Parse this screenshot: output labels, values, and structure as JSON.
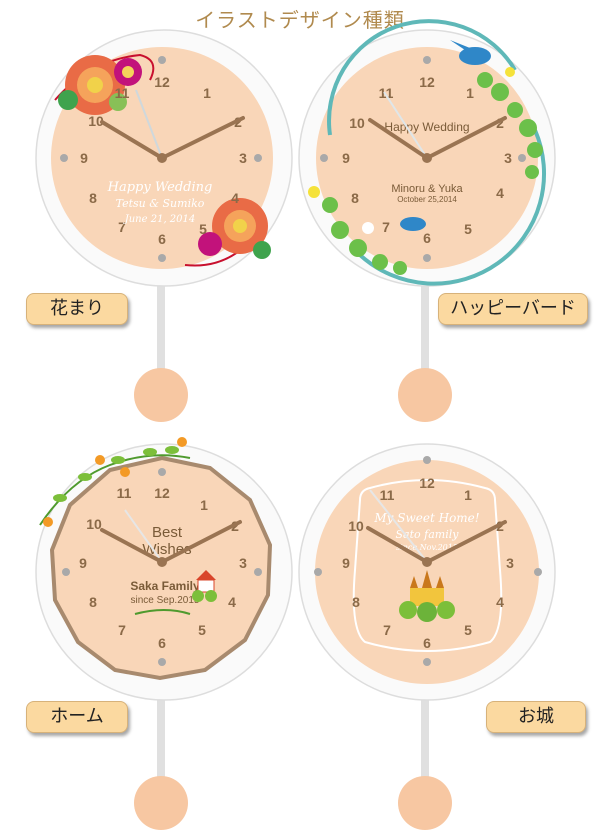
{
  "title": "イラストデザイン種類",
  "designs": [
    {
      "label": "花まり",
      "texts": [
        "Happy Wedding",
        "Tetsu & Sumiko",
        "June 21, 2014"
      ]
    },
    {
      "label": "ハッピーバード",
      "texts": [
        "Happy Wedding",
        "Minoru & Yuka",
        "October 25,2014"
      ]
    },
    {
      "label": "ホーム",
      "texts": [
        "Best",
        "Wishes",
        "Saka Family",
        "since Sep.2015"
      ]
    },
    {
      "label": "お城",
      "texts": [
        "My Sweet Home!",
        "Sato family",
        "since Nov.2015"
      ]
    }
  ],
  "numerals": [
    "12",
    "1",
    "2",
    "3",
    "4",
    "5",
    "6",
    "7",
    "8",
    "9",
    "10",
    "11"
  ],
  "colors": {
    "face": "#f9d6b8",
    "hand": "#9a7452",
    "pendulum": "#f7c7a2",
    "label_bg": "#fbd9a0",
    "title": "#b08a4e"
  }
}
